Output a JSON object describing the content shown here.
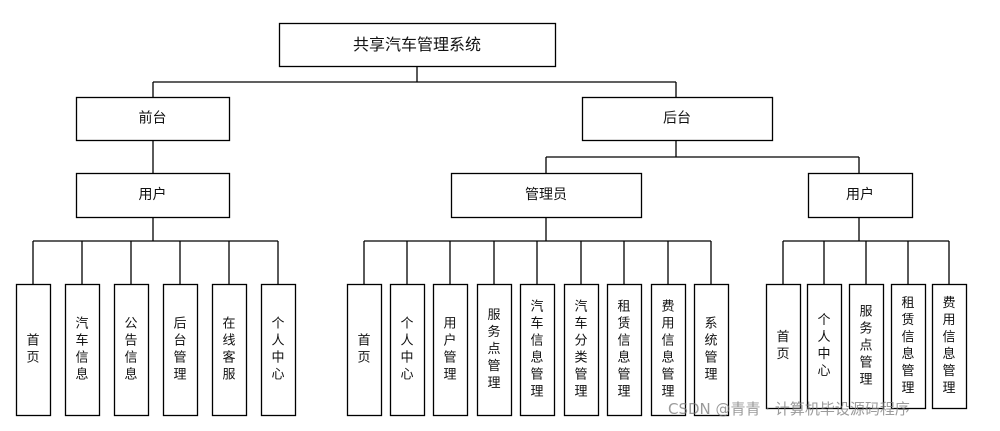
{
  "root": "共享汽车管理系统",
  "front": {
    "label": "前台",
    "role": "用户",
    "modules": [
      "首页",
      "汽车信息",
      "公告信息",
      "后台管理",
      "在线客服",
      "个人中心"
    ]
  },
  "back": {
    "label": "后台",
    "admin": {
      "label": "管理员",
      "modules": [
        "首页",
        "个人中心",
        "用户管理",
        "服务点管理",
        "汽车信息管理",
        "汽车分类管理",
        "租赁信息管理",
        "费用信息管理",
        "系统管理"
      ]
    },
    "user": {
      "label": "用户",
      "modules": [
        "首页",
        "个人中心",
        "服务点管理",
        "租赁信息管理",
        "费用信息管理"
      ]
    }
  },
  "watermark": "CSDN @青青 · 计算机毕设源码程序",
  "colors": {
    "stroke": "#000000",
    "fill": "#ffffff",
    "text": "#111111"
  }
}
